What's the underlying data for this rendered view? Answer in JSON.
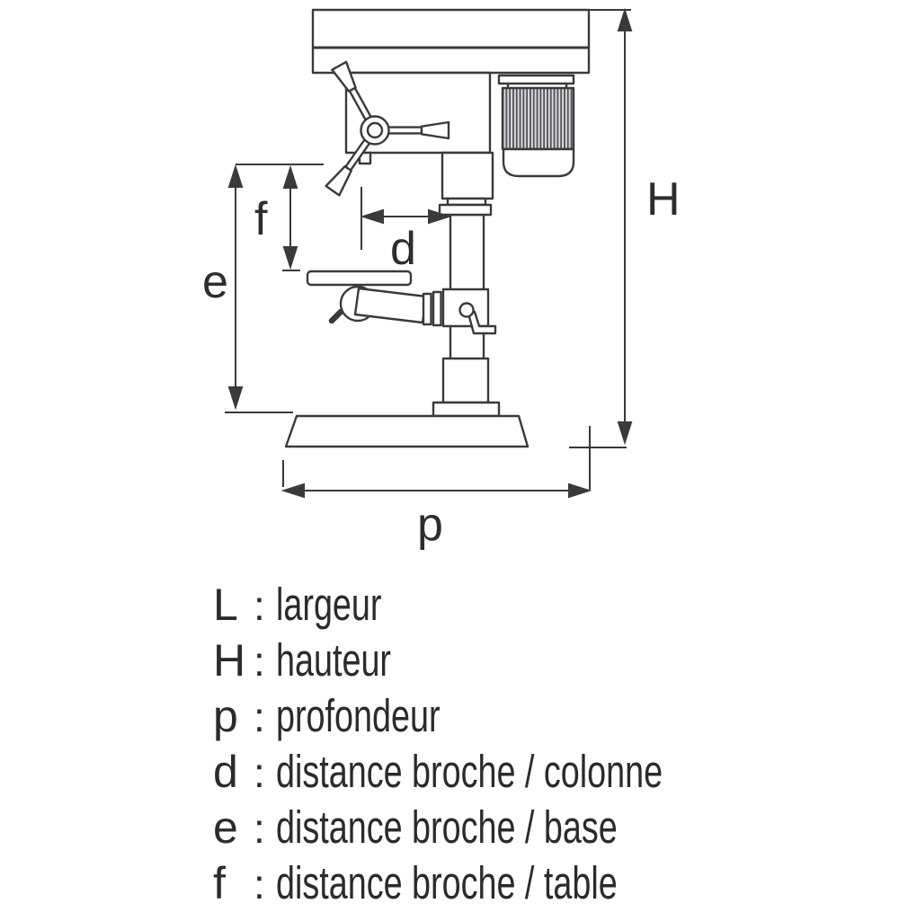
{
  "diagram": {
    "labels": {
      "H": "H",
      "e": "e",
      "f": "f",
      "d": "d",
      "p": "p"
    }
  },
  "legend": {
    "separator": ":",
    "items": [
      {
        "symbol": "L",
        "text": "largeur"
      },
      {
        "symbol": "H",
        "text": "hauteur"
      },
      {
        "symbol": "p",
        "text": "profondeur"
      },
      {
        "symbol": "d",
        "text": "distance broche / colonne"
      },
      {
        "symbol": "e",
        "text": "distance broche / base"
      },
      {
        "symbol": "f",
        "text": "distance broche / table"
      }
    ]
  },
  "colors": {
    "line": "#3a3a3c",
    "text": "#2b2b2d",
    "motor_hatch_dark": "#57575a",
    "motor_hatch_light": "#dcdcdd",
    "background": "#ffffff"
  }
}
